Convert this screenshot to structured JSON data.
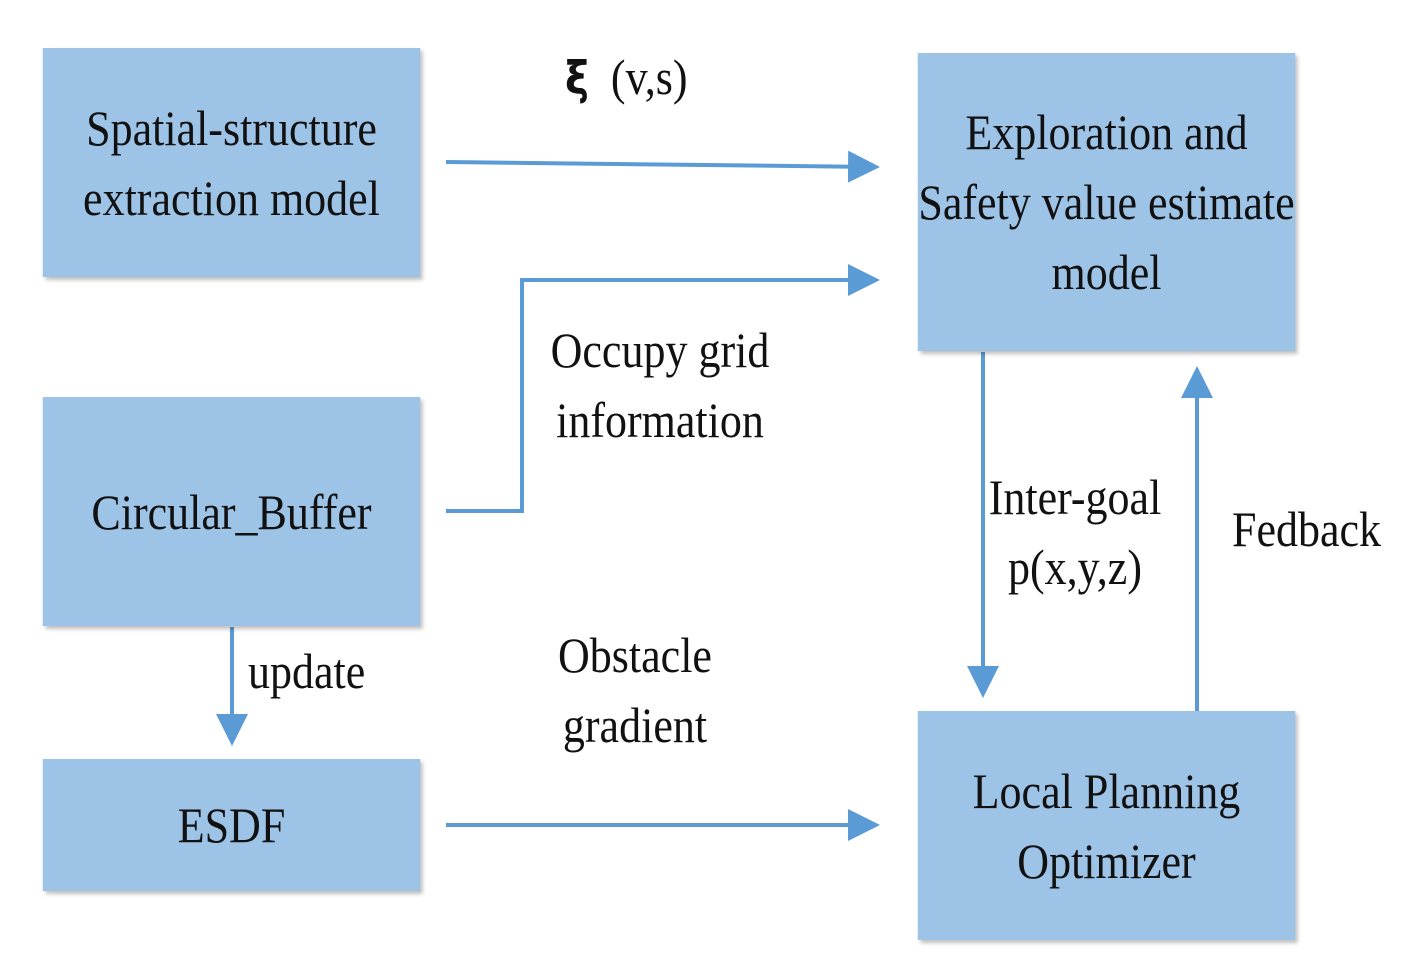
{
  "boxes": {
    "spatial": [
      "Spatial-structure",
      "extraction model"
    ],
    "circular": [
      "Circular_Buffer"
    ],
    "esdf": [
      "ESDF"
    ],
    "exploration": [
      "Exploration and",
      "Safety value estimate",
      "model"
    ],
    "local": [
      "Local Planning",
      "Optimizer"
    ]
  },
  "labels": {
    "xi_symbol": "ξ",
    "xi_args": "(v,s)",
    "occupy": [
      "Occupy grid",
      "information"
    ],
    "update": "update",
    "obstacle": [
      "Obstacle",
      "gradient"
    ],
    "intergoal": [
      "Inter-goal",
      "p(x,y,z)"
    ],
    "feedback": "Fedback"
  },
  "colors": {
    "box_fill": "#9dc3e6",
    "arrow": "#5b9bd5"
  }
}
